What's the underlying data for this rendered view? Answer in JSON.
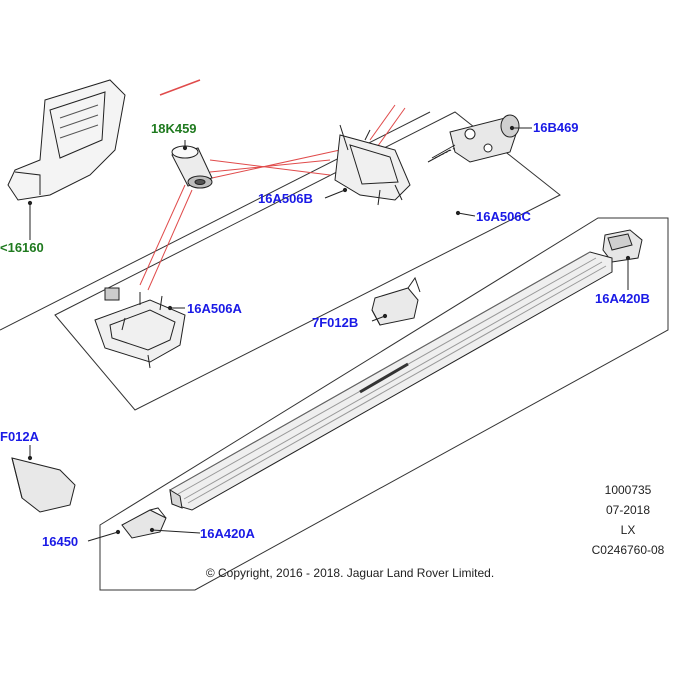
{
  "labels": {
    "p18K459": "18K459",
    "p16160": "<16160",
    "p16B469": "16B469",
    "p16A506B": "16A506B",
    "p16A506C": "16A506C",
    "p16A506A": "16A506A",
    "p7F012B": "7F012B",
    "p16A420B": "16A420B",
    "pF012A": "F012A",
    "p16450": "16450",
    "p16A420A": "16A420A"
  },
  "meta": {
    "ref": "1000735",
    "date": "07-2018",
    "model": "LX",
    "code": "C0246760-08"
  },
  "copyright": "© Copyright, 2016 - 2018. Jaguar Land Rover Limited.",
  "colors": {
    "callout_blue": "#1a1ae6",
    "callout_green": "#1f7a1f",
    "leader_red": "#e04b4b",
    "line": "#222222"
  }
}
